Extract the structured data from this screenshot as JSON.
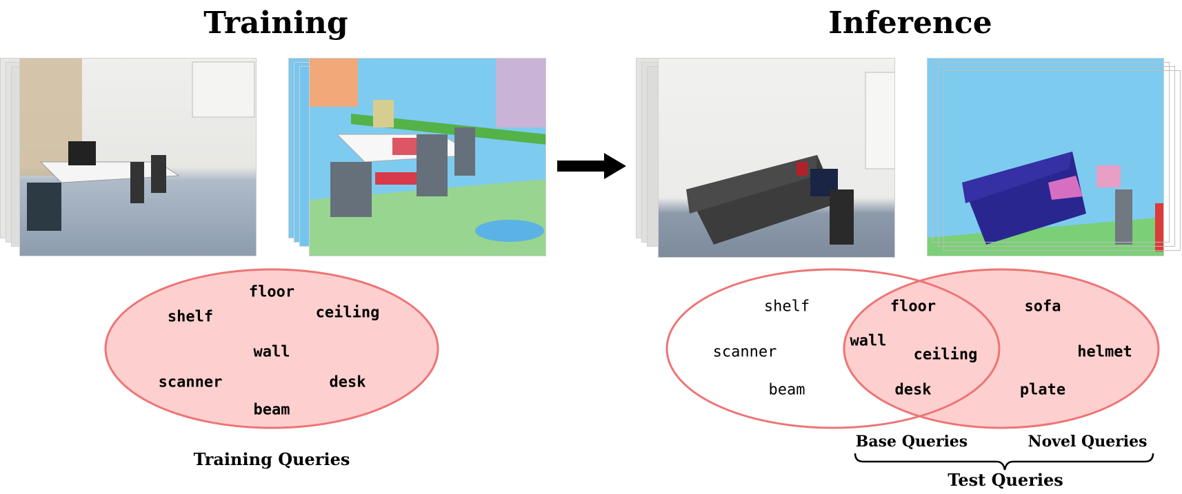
{
  "training": {
    "title": "Training",
    "queries_label": "Training Queries",
    "queries": [
      "floor",
      "shelf",
      "ceiling",
      "wall",
      "scanner",
      "desk",
      "beam"
    ]
  },
  "inference": {
    "title": "Inference",
    "left_only": [
      "shelf",
      "scanner",
      "beam"
    ],
    "overlap": [
      "floor",
      "wall",
      "ceiling",
      "desk"
    ],
    "right_only": [
      "sofa",
      "helmet",
      "plate"
    ],
    "base_label": "Base Queries",
    "novel_label": "Novel Queries",
    "test_label": "Test Queries"
  },
  "colors": {
    "ellipse_fill": "#fdd0cf",
    "ellipse_stroke": "#ee7474",
    "arrow": "#000000"
  },
  "icons": {
    "arrow": "right-arrow-icon"
  }
}
